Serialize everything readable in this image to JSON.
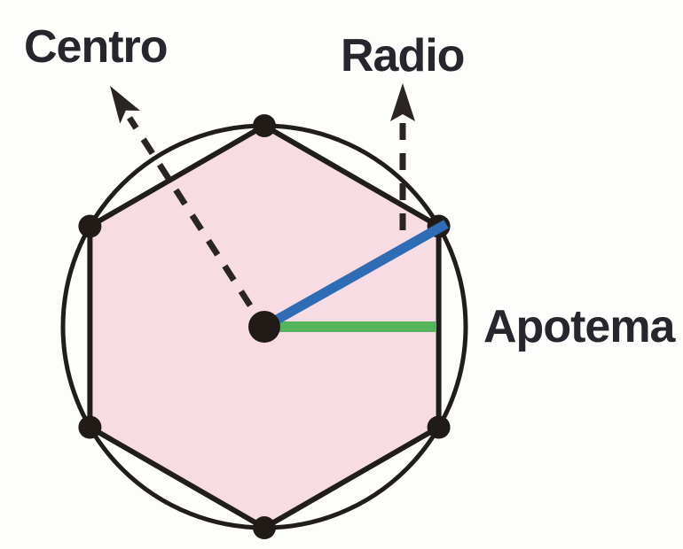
{
  "figure": {
    "type": "geometry-diagram",
    "subject": "Regular hexagon inscribed in a circle",
    "labels": {
      "centro": "Centro",
      "radio": "Radio",
      "apotema": "Apotema"
    },
    "colors": {
      "background": "#fdfdfc",
      "hexagon_fill": "#f7dce4",
      "outline": "#211d1c",
      "dot": "#211b18",
      "radius_line": "#2e6cb5",
      "apothem_line": "#55b45c",
      "arrow": "#2a2523",
      "label_text": "#26262c"
    },
    "icons": {
      "centro_arrow": "dashed-arrow-up-left",
      "radio_arrow": "dashed-arrow-up"
    }
  }
}
